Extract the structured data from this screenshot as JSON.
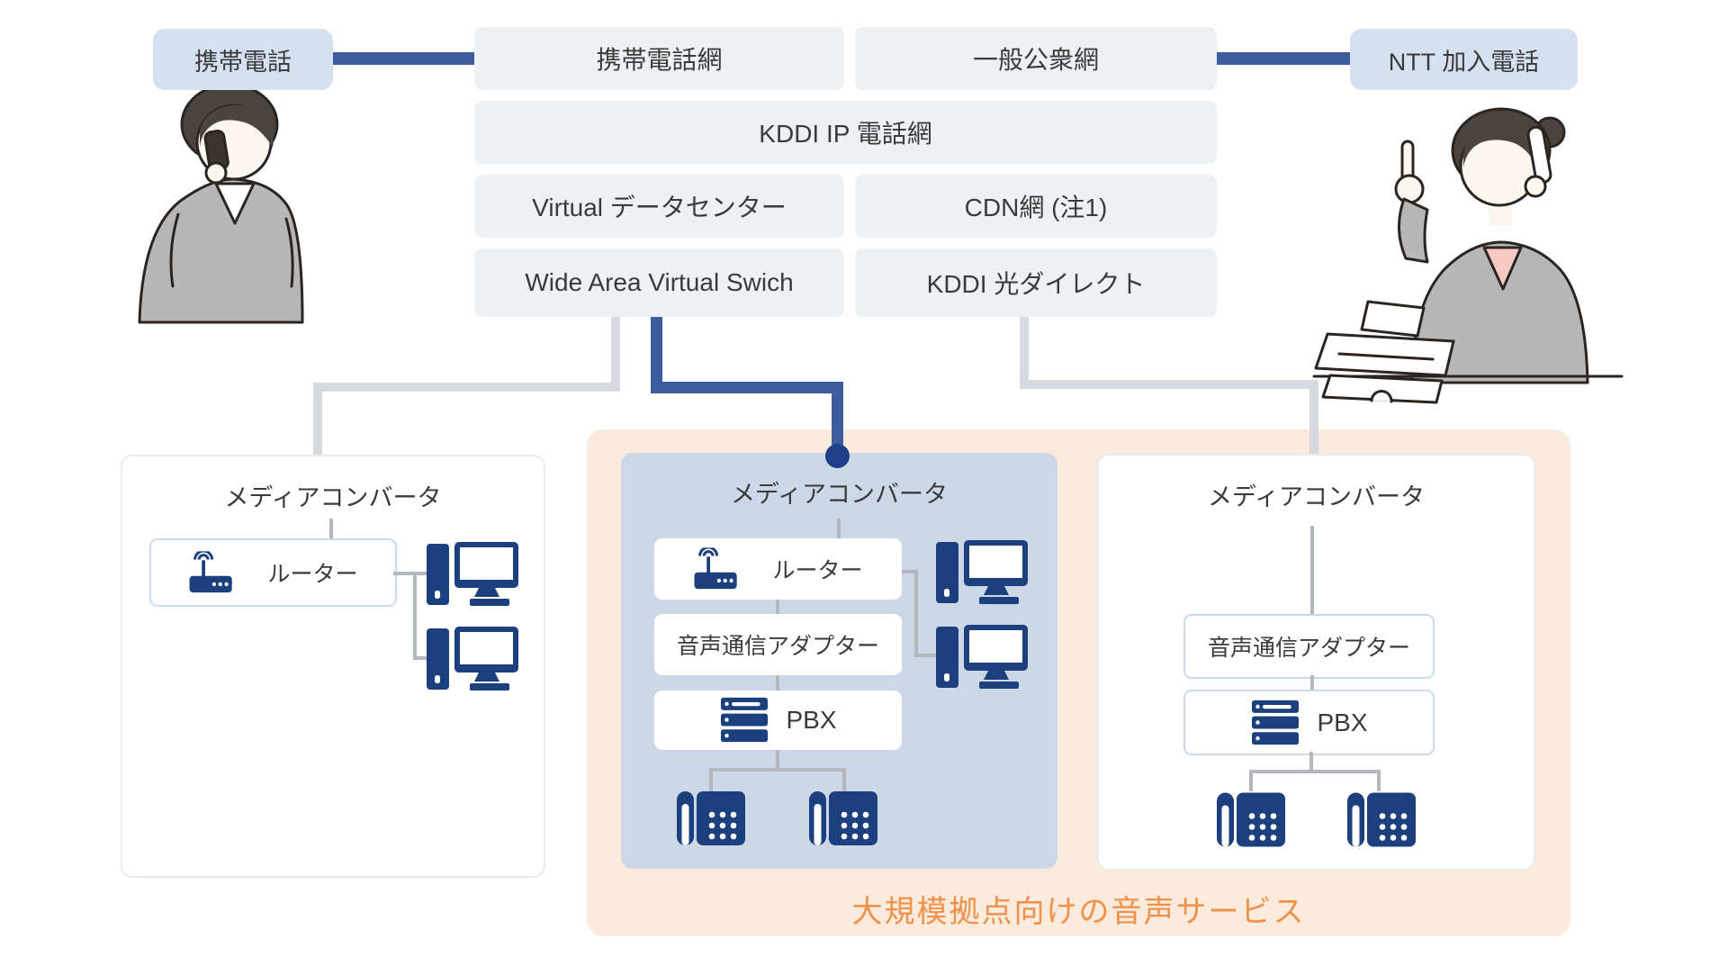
{
  "nodes": {
    "mobile_phone_tag": "携帯電話",
    "mobile_network": "携帯電話網",
    "public_network": "一般公衆網",
    "ntt_subscriber_tag": "NTT 加入電話",
    "kddi_ip_network": "KDDI IP 電話網",
    "virtual_datacenter": "Virtual データセンター",
    "cdn_network": "CDN網 (注1)",
    "wide_area_virtual_switch": "Wide Area Virtual Swich",
    "kddi_hikari_direct": "KDDI 光ダイレクト"
  },
  "groups": {
    "left": {
      "title": "メディアコンバータ",
      "router": "ルーター"
    },
    "middle": {
      "title": "メディアコンバータ",
      "router": "ルーター",
      "voice_adapter": "音声通信アダプター",
      "pbx": "PBX"
    },
    "right": {
      "title": "メディアコンバータ",
      "voice_adapter": "音声通信アダプター",
      "pbx": "PBX"
    }
  },
  "caption": "大規模拠点向けの音声サービス",
  "icons": {
    "router": "wifi-router-icon",
    "computer": "desktop-computer-icon",
    "phone": "desk-phone-icon",
    "pbx": "pbx-server-icon",
    "fax": "fax-machine-icon"
  },
  "colors": {
    "node_gray": "#edf1f3",
    "tag_blue": "#d5e0f1",
    "link_blue": "#3e5c9d",
    "circle_navy": "#1e4089",
    "link_gray": "#d6dade",
    "icon_navy": "#1c3f7e",
    "group_blue_bg": "#ccd8e8",
    "group_border": "#e8ecef",
    "inner_border_blue": "#cbd9ec",
    "peach_bg": "#fcebdc",
    "caption_orange": "#f0914a",
    "text": "#3a3a3a"
  }
}
